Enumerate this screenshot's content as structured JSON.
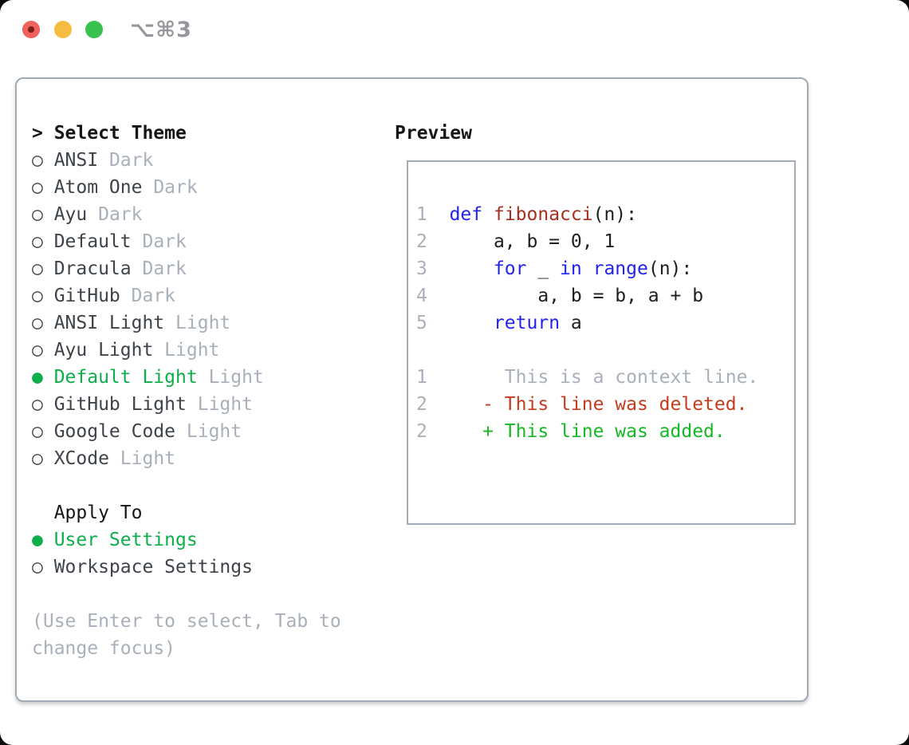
{
  "window": {
    "shortcut_label": "⌥⌘3"
  },
  "select_theme": {
    "heading": "Select Theme",
    "prompt_char": ">",
    "markers": {
      "selected": "●",
      "unselected": "○"
    },
    "themes": [
      {
        "name": "ANSI",
        "variant": "Dark",
        "selected": false
      },
      {
        "name": "Atom One",
        "variant": "Dark",
        "selected": false
      },
      {
        "name": "Ayu",
        "variant": "Dark",
        "selected": false
      },
      {
        "name": "Default",
        "variant": "Dark",
        "selected": false
      },
      {
        "name": "Dracula",
        "variant": "Dark",
        "selected": false
      },
      {
        "name": "GitHub",
        "variant": "Dark",
        "selected": false
      },
      {
        "name": "ANSI Light",
        "variant": "Light",
        "selected": false
      },
      {
        "name": "Ayu Light",
        "variant": "Light",
        "selected": false
      },
      {
        "name": "Default Light",
        "variant": "Light",
        "selected": true
      },
      {
        "name": "GitHub Light",
        "variant": "Light",
        "selected": false
      },
      {
        "name": "Google Code",
        "variant": "Light",
        "selected": false
      },
      {
        "name": "XCode",
        "variant": "Light",
        "selected": false
      }
    ]
  },
  "apply_to": {
    "heading": "Apply To",
    "options": [
      {
        "label": "User Settings",
        "selected": true
      },
      {
        "label": "Workspace Settings",
        "selected": false
      }
    ]
  },
  "help_text": [
    "(Use Enter to select, Tab to",
    "change focus)"
  ],
  "preview": {
    "heading": "Preview",
    "code_lines": [
      {
        "num": "1",
        "segments": [
          {
            "text": "def",
            "style": "keyword"
          },
          {
            "text": " ",
            "style": "plain"
          },
          {
            "text": "fibonacci",
            "style": "function"
          },
          {
            "text": "(n):",
            "style": "plain"
          }
        ]
      },
      {
        "num": "2",
        "segments": [
          {
            "text": "    a, b = 0, 1",
            "style": "plain"
          }
        ]
      },
      {
        "num": "3",
        "segments": [
          {
            "text": "    ",
            "style": "plain"
          },
          {
            "text": "for",
            "style": "keyword"
          },
          {
            "text": " _ ",
            "style": "plain"
          },
          {
            "text": "in",
            "style": "keyword"
          },
          {
            "text": " ",
            "style": "plain"
          },
          {
            "text": "range",
            "style": "keyword"
          },
          {
            "text": "(n):",
            "style": "plain"
          }
        ]
      },
      {
        "num": "4",
        "segments": [
          {
            "text": "        a, b = b, a + b",
            "style": "plain"
          }
        ]
      },
      {
        "num": "5",
        "segments": [
          {
            "text": "    ",
            "style": "plain"
          },
          {
            "text": "return",
            "style": "keyword"
          },
          {
            "text": " a",
            "style": "plain"
          }
        ]
      },
      {
        "num": "",
        "segments": []
      },
      {
        "num": "1",
        "segments": [
          {
            "text": "     This is a context line.",
            "style": "context"
          }
        ]
      },
      {
        "num": "2",
        "segments": [
          {
            "text": "   - This line was deleted.",
            "style": "deleted"
          }
        ]
      },
      {
        "num": "2",
        "segments": [
          {
            "text": "   + This line was added.",
            "style": "added"
          }
        ]
      }
    ]
  },
  "colors": {
    "accent_green": "#0caf4b",
    "keyword_blue": "#2323ef",
    "function_red": "#a5301f",
    "diff_red": "#c43c1e",
    "diff_green": "#16b825",
    "muted_gray": "#a9b0ba",
    "text_dark": "#3e434a",
    "heading_black": "#141619",
    "code_plain": "#1c1e21",
    "border_gray": "#a2aab4",
    "titlebar_gray": "#94979c",
    "traffic_red": "#f0625c",
    "traffic_red_dot": "#7c1f17",
    "traffic_yellow": "#f6bc40",
    "traffic_green": "#3ac24e"
  }
}
